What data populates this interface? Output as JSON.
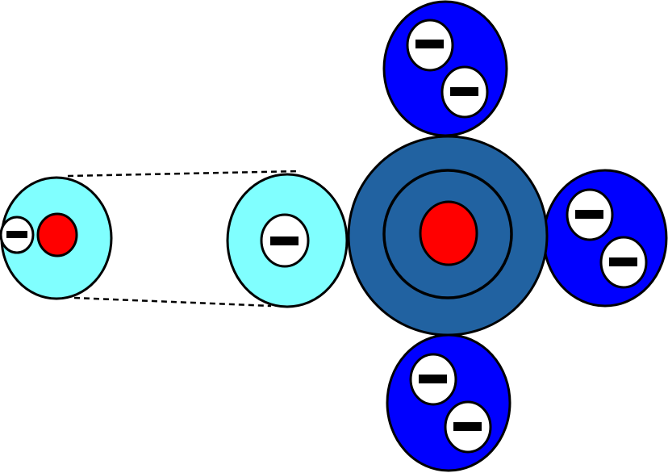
{
  "diagram": {
    "colors": {
      "background": "#ffffff",
      "outline": "#000000",
      "light_orbital": "#80ffff",
      "lobe": "#0000ff",
      "core_outer": "#2162a1",
      "nucleus": "#ff0000",
      "electron": "#ffffff",
      "electron_mark": "#000000"
    },
    "icons": {
      "electron": "minus-sign-icon",
      "nucleus": "red-dot"
    },
    "small_atom": {
      "name": "small-atom",
      "electron_count": 1,
      "has_nucleus": true
    },
    "lone_orbital": {
      "name": "lone-orbital",
      "electron_count": 1
    },
    "central_atom": {
      "name": "central-atom",
      "ring_count": 2,
      "has_nucleus": true
    },
    "lobes": [
      {
        "name": "top-lobe",
        "electron_count": 2
      },
      {
        "name": "right-lobe",
        "electron_count": 2
      },
      {
        "name": "bottom-lobe",
        "electron_count": 2
      }
    ],
    "connector": {
      "style": "dashed",
      "line_count": 2
    }
  }
}
